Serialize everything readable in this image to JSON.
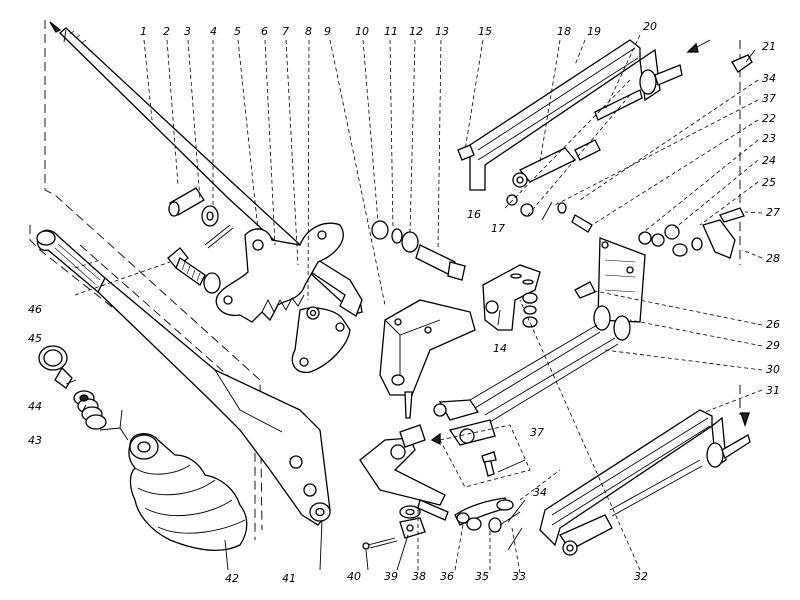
{
  "diagram": {
    "type": "exploded-parts-view",
    "subject": "parking brake lever and cable assembly",
    "callouts": [
      {
        "id": "1",
        "label": "1"
      },
      {
        "id": "2",
        "label": "2"
      },
      {
        "id": "3",
        "label": "3"
      },
      {
        "id": "4",
        "label": "4"
      },
      {
        "id": "5",
        "label": "5"
      },
      {
        "id": "6",
        "label": "6"
      },
      {
        "id": "7",
        "label": "7"
      },
      {
        "id": "8",
        "label": "8"
      },
      {
        "id": "9",
        "label": "9"
      },
      {
        "id": "10",
        "label": "10"
      },
      {
        "id": "11",
        "label": "11"
      },
      {
        "id": "12",
        "label": "12"
      },
      {
        "id": "13",
        "label": "13"
      },
      {
        "id": "14",
        "label": "14"
      },
      {
        "id": "15",
        "label": "15"
      },
      {
        "id": "16",
        "label": "16"
      },
      {
        "id": "17",
        "label": "17"
      },
      {
        "id": "18",
        "label": "18"
      },
      {
        "id": "19",
        "label": "19"
      },
      {
        "id": "20",
        "label": "20"
      },
      {
        "id": "21",
        "label": "21"
      },
      {
        "id": "22",
        "label": "22"
      },
      {
        "id": "23",
        "label": "23"
      },
      {
        "id": "24",
        "label": "24"
      },
      {
        "id": "25",
        "label": "25"
      },
      {
        "id": "26",
        "label": "26"
      },
      {
        "id": "27",
        "label": "27"
      },
      {
        "id": "28",
        "label": "28"
      },
      {
        "id": "29",
        "label": "29"
      },
      {
        "id": "30",
        "label": "30"
      },
      {
        "id": "31",
        "label": "31"
      },
      {
        "id": "32",
        "label": "32"
      },
      {
        "id": "33",
        "label": "33"
      },
      {
        "id": "34a",
        "label": "34"
      },
      {
        "id": "34b",
        "label": "34"
      },
      {
        "id": "35",
        "label": "35"
      },
      {
        "id": "36",
        "label": "36"
      },
      {
        "id": "37a",
        "label": "37"
      },
      {
        "id": "37b",
        "label": "37"
      },
      {
        "id": "38",
        "label": "38"
      },
      {
        "id": "39",
        "label": "39"
      },
      {
        "id": "40",
        "label": "40"
      },
      {
        "id": "41",
        "label": "41"
      },
      {
        "id": "42",
        "label": "42"
      },
      {
        "id": "43",
        "label": "43"
      },
      {
        "id": "44",
        "label": "44"
      },
      {
        "id": "45",
        "label": "45"
      },
      {
        "id": "46",
        "label": "46"
      }
    ]
  }
}
